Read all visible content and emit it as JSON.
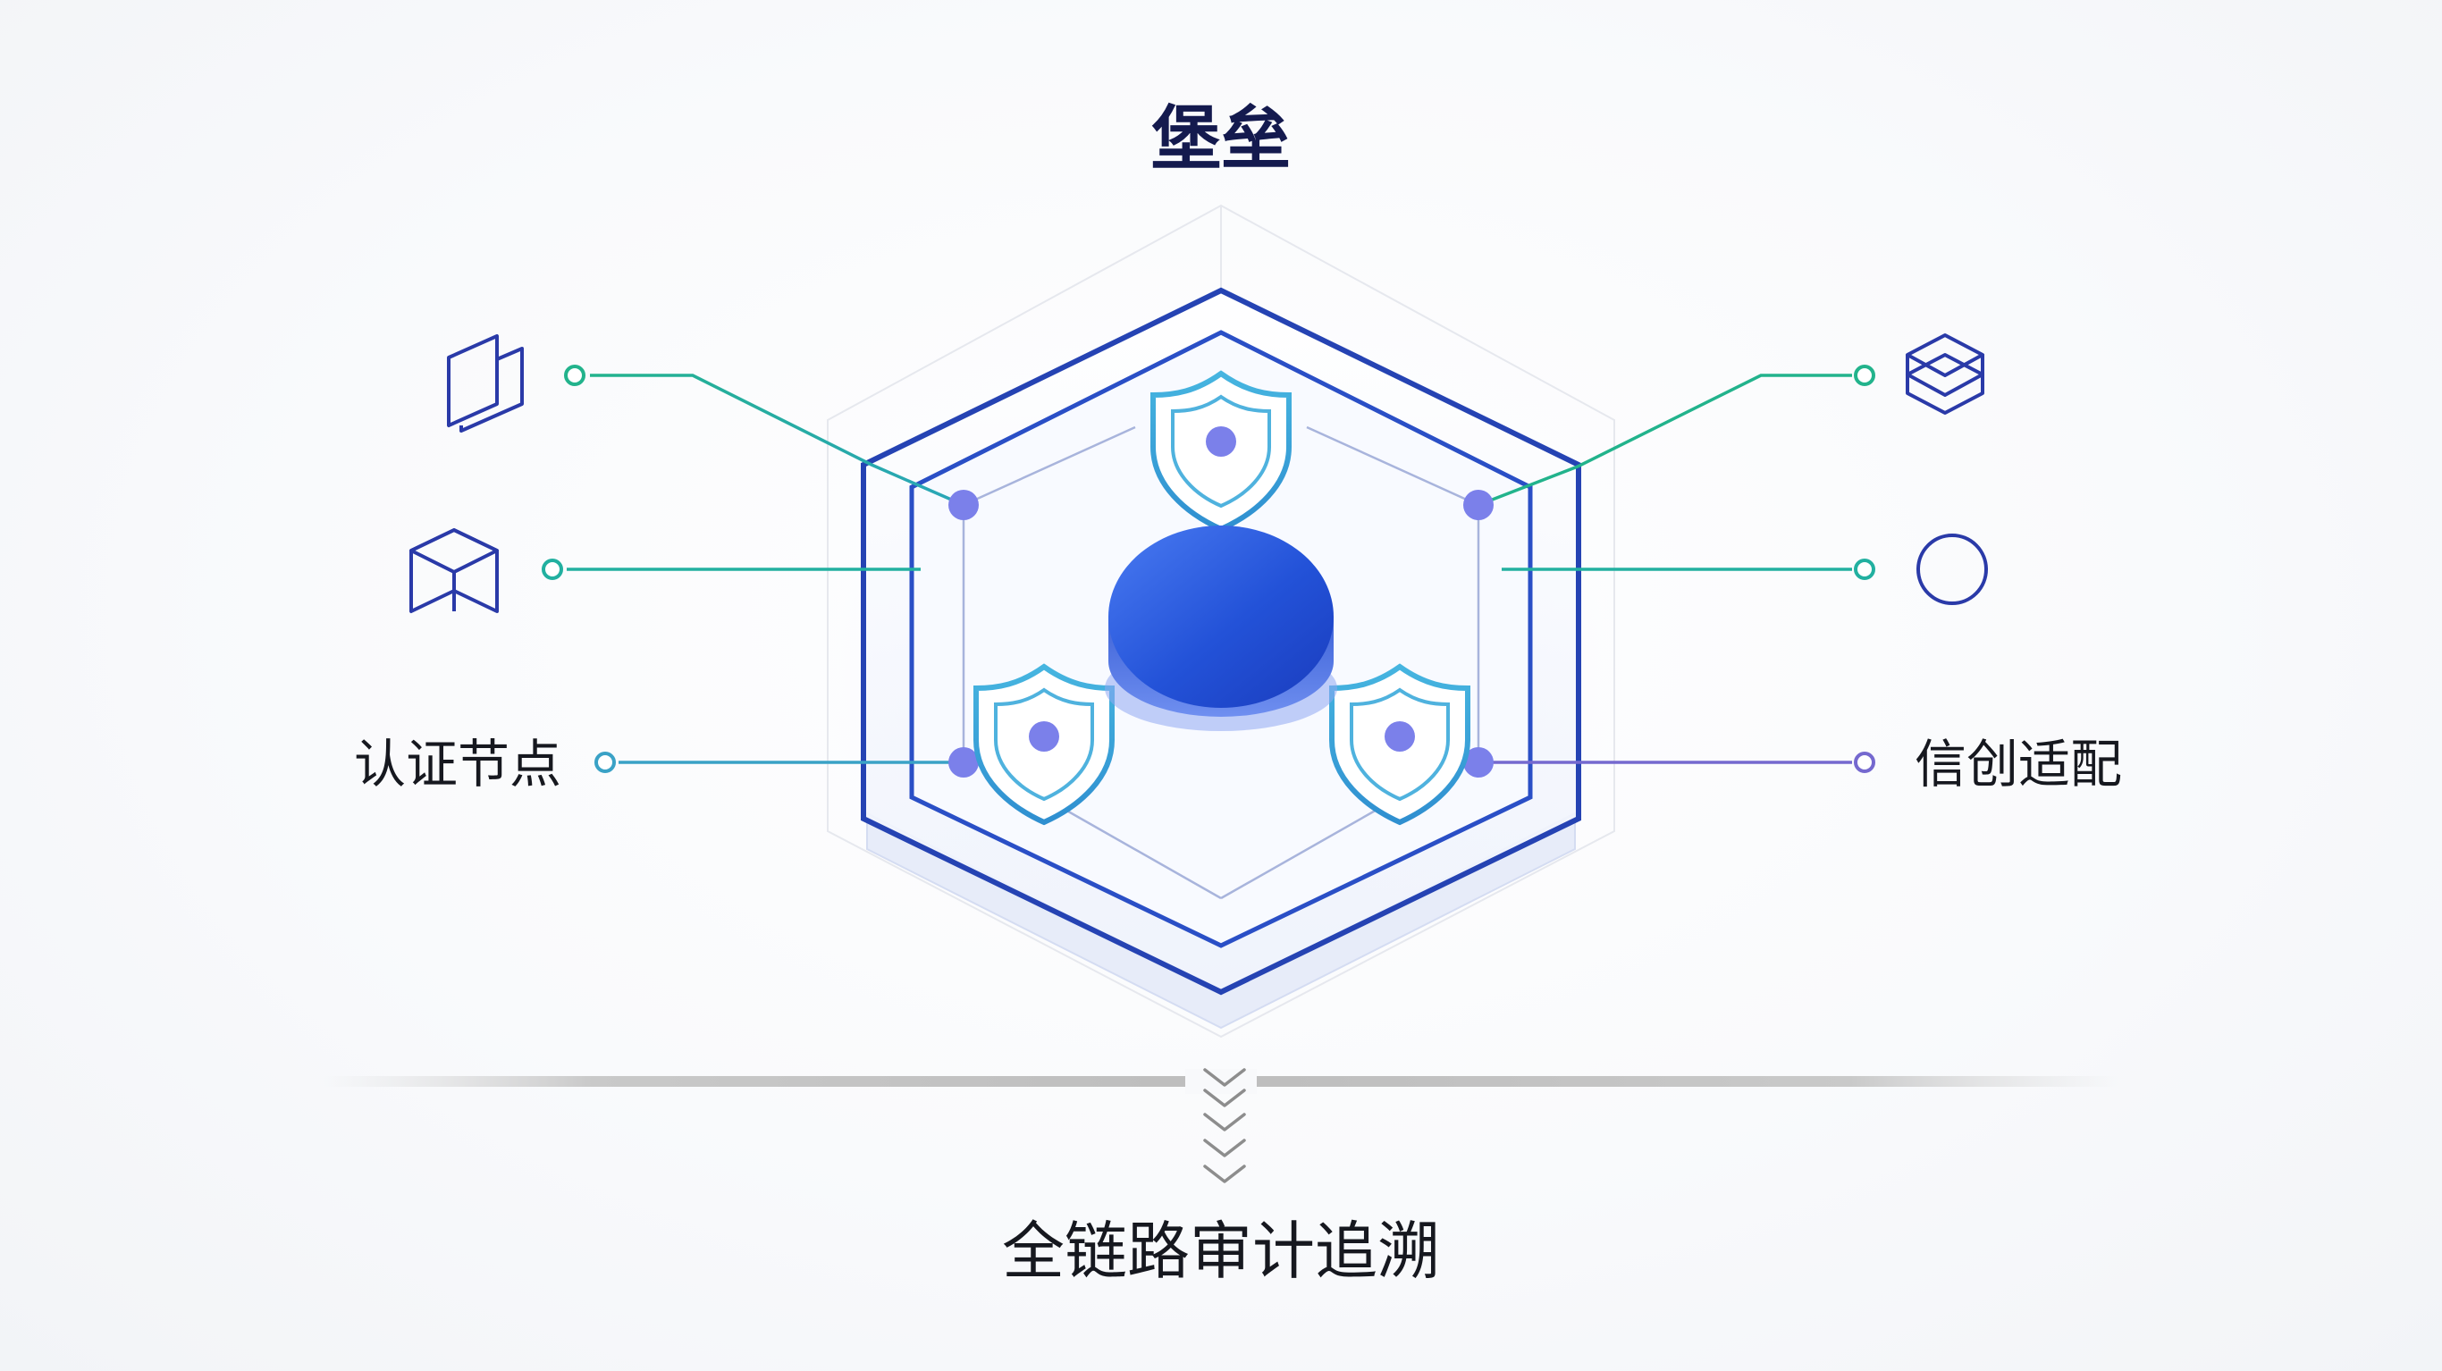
{
  "title": "堡垒",
  "left_labels": [
    "认证节点"
  ],
  "right_labels": [
    "信创适配"
  ],
  "footer": "全链路审计追溯",
  "icons": {
    "left_top": "stacked-squares-icon",
    "left_middle": "cube-icon",
    "right_top": "layered-box-icon",
    "right_middle": "circle-icon",
    "center": "blue-disc-core",
    "shields": [
      "shield-icon",
      "shield-icon",
      "shield-icon"
    ]
  },
  "colors": {
    "hexagon_outer": "#2543b3",
    "hexagon_inner": "#2a4fc6",
    "core": "#2453d6",
    "shield": "#3aa6d8",
    "node": "#7b80ea",
    "connector_green": "#20b58e",
    "connector_purple": "#7569cf",
    "title": "#141a4e"
  }
}
